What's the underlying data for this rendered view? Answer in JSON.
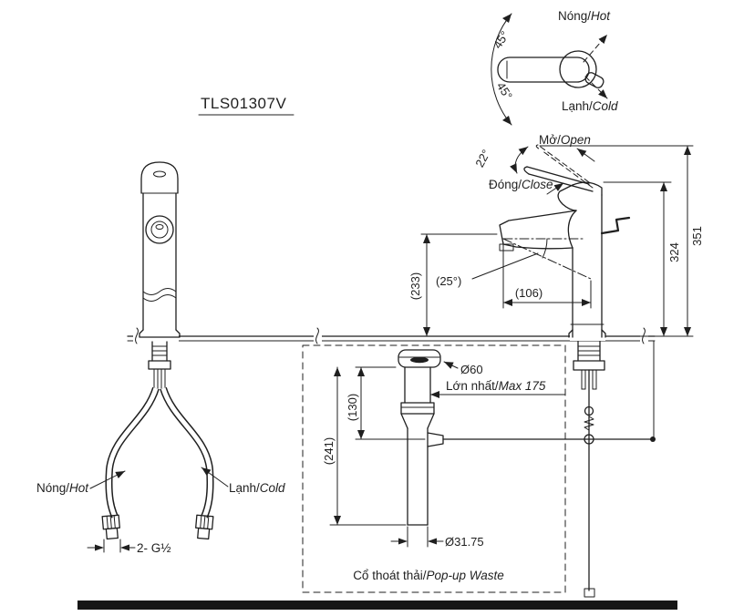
{
  "title": "TLS01307V",
  "colors": {
    "ink": "#1f1f1f",
    "background": "#ffffff"
  },
  "top_view": {
    "hot_vi": "Nóng/",
    "hot_en": "Hot",
    "cold_vi": "Lạnh/",
    "cold_en": "Cold",
    "angle_up": "45°",
    "angle_down": "45°"
  },
  "side_view": {
    "open_vi": "Mở/",
    "open_en": "Open",
    "close_vi": "Đóng/",
    "close_en": "Close",
    "lever_angle": "22°",
    "height_to_handle": "324",
    "height_to_lever_up": "351",
    "spout_height": "(233)",
    "spout_angle": "(25°)",
    "spout_reach": "(106)"
  },
  "front_view": {
    "hot_vi": "Nóng/",
    "hot_en": "Hot",
    "cold_vi": "Lạnh/",
    "cold_en": "Cold",
    "connection_thread": "2- G½"
  },
  "popup_waste": {
    "flange_diameter": "Ø60",
    "max_vi": "Lớn nhất/",
    "max_en": "Max 175",
    "rod_offset": "(130)",
    "tail_length": "(241)",
    "tail_diameter": "Ø31.75",
    "caption_vi": "Cổ thoát thải/",
    "caption_en": "Pop-up Waste"
  }
}
